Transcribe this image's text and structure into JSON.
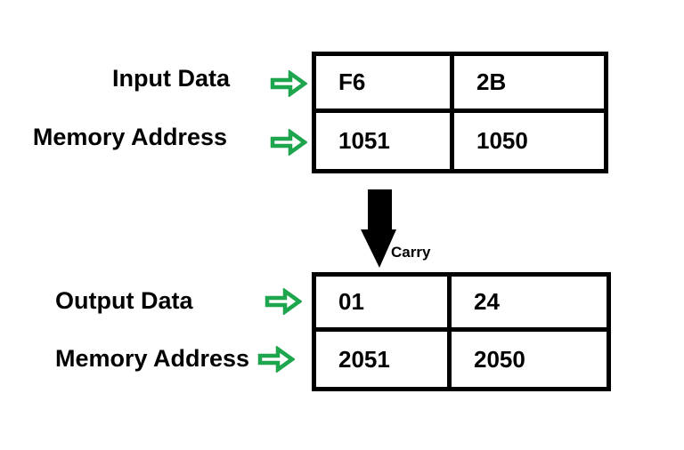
{
  "labels": {
    "input_data": "Input Data",
    "memory_address_top": "Memory Address",
    "output_data": "Output Data",
    "memory_address_bottom": "Memory Address",
    "carry": "Carry"
  },
  "input_table": {
    "data_cells": [
      "F6",
      "2B"
    ],
    "address_cells": [
      "1051",
      "1050"
    ]
  },
  "output_table": {
    "data_cells": [
      "01",
      "24"
    ],
    "address_cells": [
      "2051",
      "2050"
    ]
  },
  "icons": {
    "right_arrow": "green-outline-right-arrow-icon",
    "down_arrow": "black-solid-down-arrow-icon"
  },
  "colors": {
    "arrow_green": "#1ea64e",
    "ink": "#000000",
    "background": "#ffffff"
  }
}
